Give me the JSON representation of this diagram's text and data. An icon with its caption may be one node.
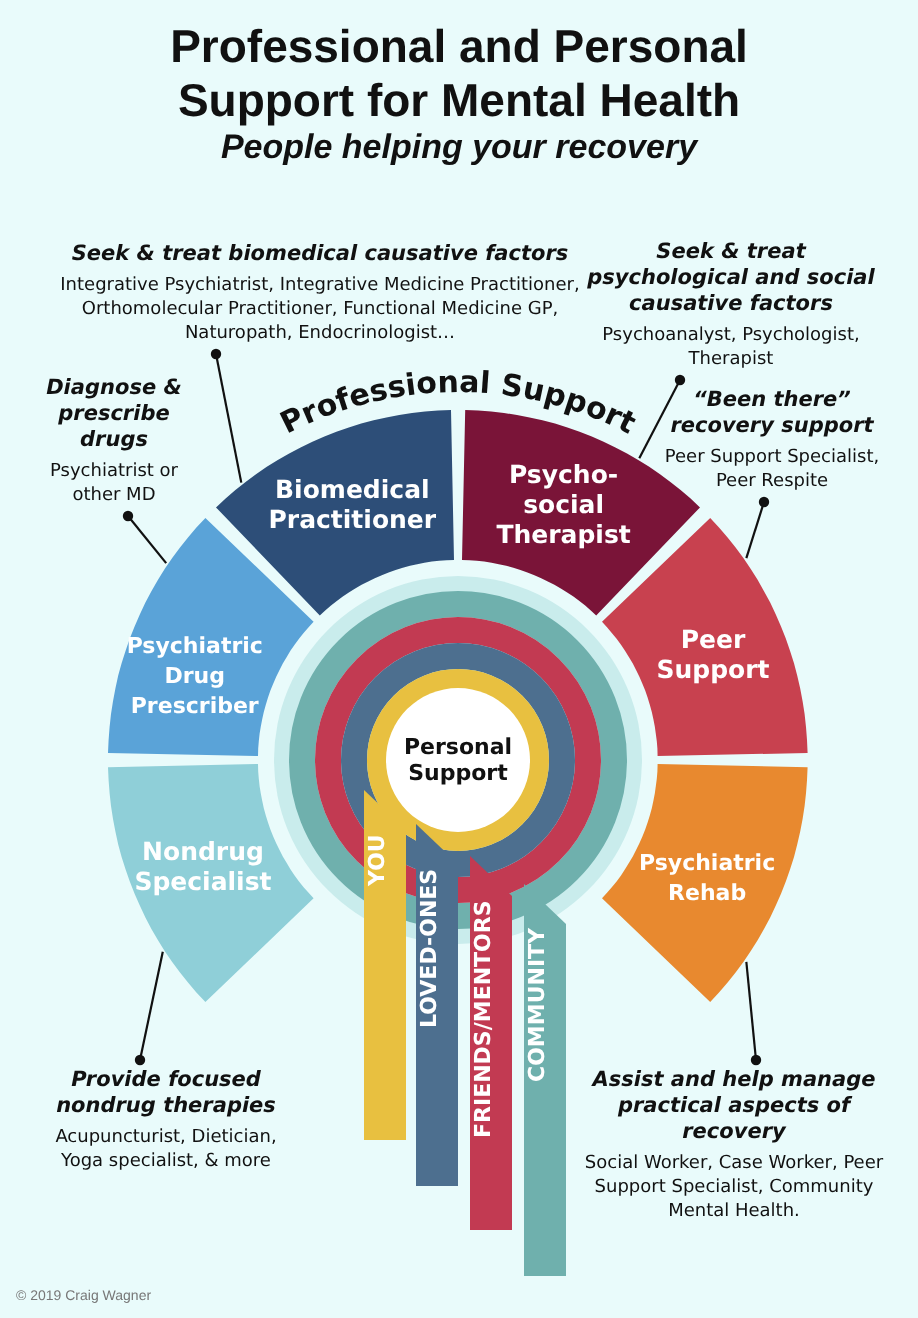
{
  "diagram": {
    "title": "Professional and Personal Support for Mental Health",
    "nodes": [
      {
        "text": [
          "Seek & treat biomedical causative factors",
          "Integrative Psychiatrist, Integrative Medicine Practitioner, Orthomolecular Practitioner, Functional Medicine GP, Naturopath, Endocrinologist…"
        ]
      },
      {
        "text": [
          "Seek & treat psychological and social causative factors",
          "Psychoanalyst, Psychologist, Therapist"
        ]
      },
      {
        "text": [
          "Diagnose & prescribe drugs",
          "Psychiatrist or other MD"
        ]
      },
      {
        "text": [
          "“Been there” recovery support",
          "Peer Support Specialist, Peer Respite"
        ]
      },
      {
        "text": [
          "Biomedical Practitioner"
        ]
      },
      {
        "text": [
          "Psycho-social Therapist"
        ]
      },
      {
        "text": [
          "Psychiatric Drug Prescriber"
        ]
      },
      {
        "text": [
          "Peer Support"
        ]
      },
      {
        "text": [
          "Nondrug Specialist"
        ]
      },
      {
        "text": [
          "Psychiatric Rehab"
        ]
      },
      {
        "text": [
          "Personal Support"
        ]
      },
      {
        "text": [
          "YOU"
        ]
      },
      {
        "text": [
          "LOVED-ONES"
        ]
      },
      {
        "text": [
          "FRIENDS/MENTORS"
        ]
      },
      {
        "text": [
          "COMMUNITY"
        ]
      },
      {
        "text": [
          "Provide focused nondrug therapies",
          "Acupuncturist, Dietician, Yoga specialist, & more"
        ]
      },
      {
        "text": [
          "Assist and help manage practical aspects of recovery",
          "Social Worker, Case Worker, Peer Support Specialist, Community Mental Health."
        ]
      }
    ],
    "edges": [
      {
        "from": 0,
        "to": 4,
        "arrow": "other"
      },
      {
        "from": 1,
        "to": 5,
        "arrow": "other"
      },
      {
        "from": 2,
        "to": 6,
        "arrow": "other"
      },
      {
        "from": 3,
        "to": 7,
        "arrow": "other"
      },
      {
        "from": 15,
        "to": 8,
        "arrow": "other"
      },
      {
        "from": 16,
        "to": 9,
        "arrow": "other"
      }
    ],
    "labels": [
      "People helping your recovery",
      "Professional Support",
      "© 2019 Craig Wagner"
    ]
  }
}
